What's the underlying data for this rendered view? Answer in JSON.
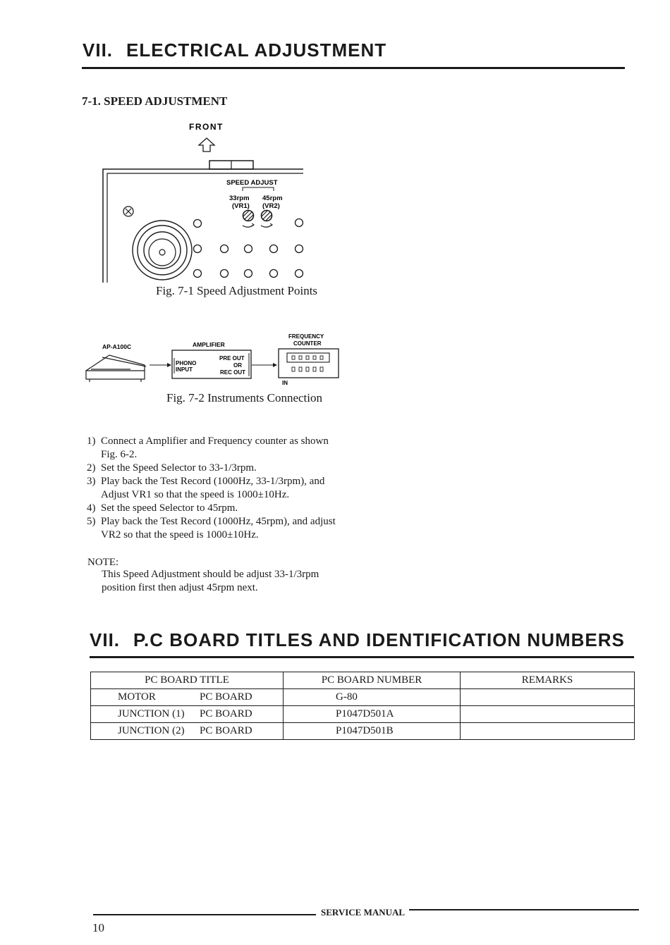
{
  "section7": {
    "num": "VII.",
    "title": "ELECTRICAL ADJUSTMENT",
    "subsection_title": "7-1. SPEED ADJUSTMENT"
  },
  "fig1": {
    "front_label": "FRONT",
    "speed_adjust_label": "SPEED ADJUST",
    "rpm33_label": "33rpm",
    "rpm45_label": "45rpm",
    "vr1_label": "(VR1)",
    "vr2_label": "(VR2)",
    "caption": "Fig. 7-1 Speed Adjustment Points"
  },
  "fig2": {
    "turntable_label": "AP-A100C",
    "amplifier_label": "AMPLIFIER",
    "phono_input_line1": "PHONO",
    "phono_input_line2": "INPUT",
    "pre_out": "PRE OUT",
    "or": "OR",
    "rec_out": "REC OUT",
    "counter_label_line1": "FREQUENCY",
    "counter_label_line2": "COUNTER",
    "in_label": "IN",
    "caption": "Fig. 7-2 Instruments Connection"
  },
  "steps": [
    {
      "num": "1)",
      "text": "Connect a Amplifier and Frequency counter as shown Fig. 6-2."
    },
    {
      "num": "2)",
      "text": "Set the Speed Selector to 33-1/3rpm."
    },
    {
      "num": "3)",
      "text": "Play back the Test Record (1000Hz, 33-1/3rpm), and Adjust VR1 so that the speed is 1000±10Hz."
    },
    {
      "num": "4)",
      "text": "Set the speed Selector to 45rpm."
    },
    {
      "num": "5)",
      "text": "Play back the Test Record (1000Hz, 45rpm), and adjust VR2 so that the speed is 1000±10Hz."
    }
  ],
  "note": {
    "label": "NOTE:",
    "text": "This Speed Adjustment should be adjust 33-1/3rpm position first then adjust 45rpm next."
  },
  "section8": {
    "num": "VII.",
    "title": "P.C BOARD TITLES AND IDENTIFICATION NUMBERS"
  },
  "table": {
    "headers": [
      "PC BOARD TITLE",
      "PC BOARD NUMBER",
      "REMARKS"
    ],
    "rows": [
      {
        "name": "MOTOR",
        "type": "PC BOARD",
        "number": "G-80",
        "remarks": ""
      },
      {
        "name": "JUNCTION (1)",
        "type": "PC BOARD",
        "number": "P1047D501A",
        "remarks": ""
      },
      {
        "name": "JUNCTION (2)",
        "type": "PC BOARD",
        "number": "P1047D501B",
        "remarks": ""
      }
    ]
  },
  "footer": {
    "label": "SERVICE MANUAL",
    "page_number": "10"
  }
}
